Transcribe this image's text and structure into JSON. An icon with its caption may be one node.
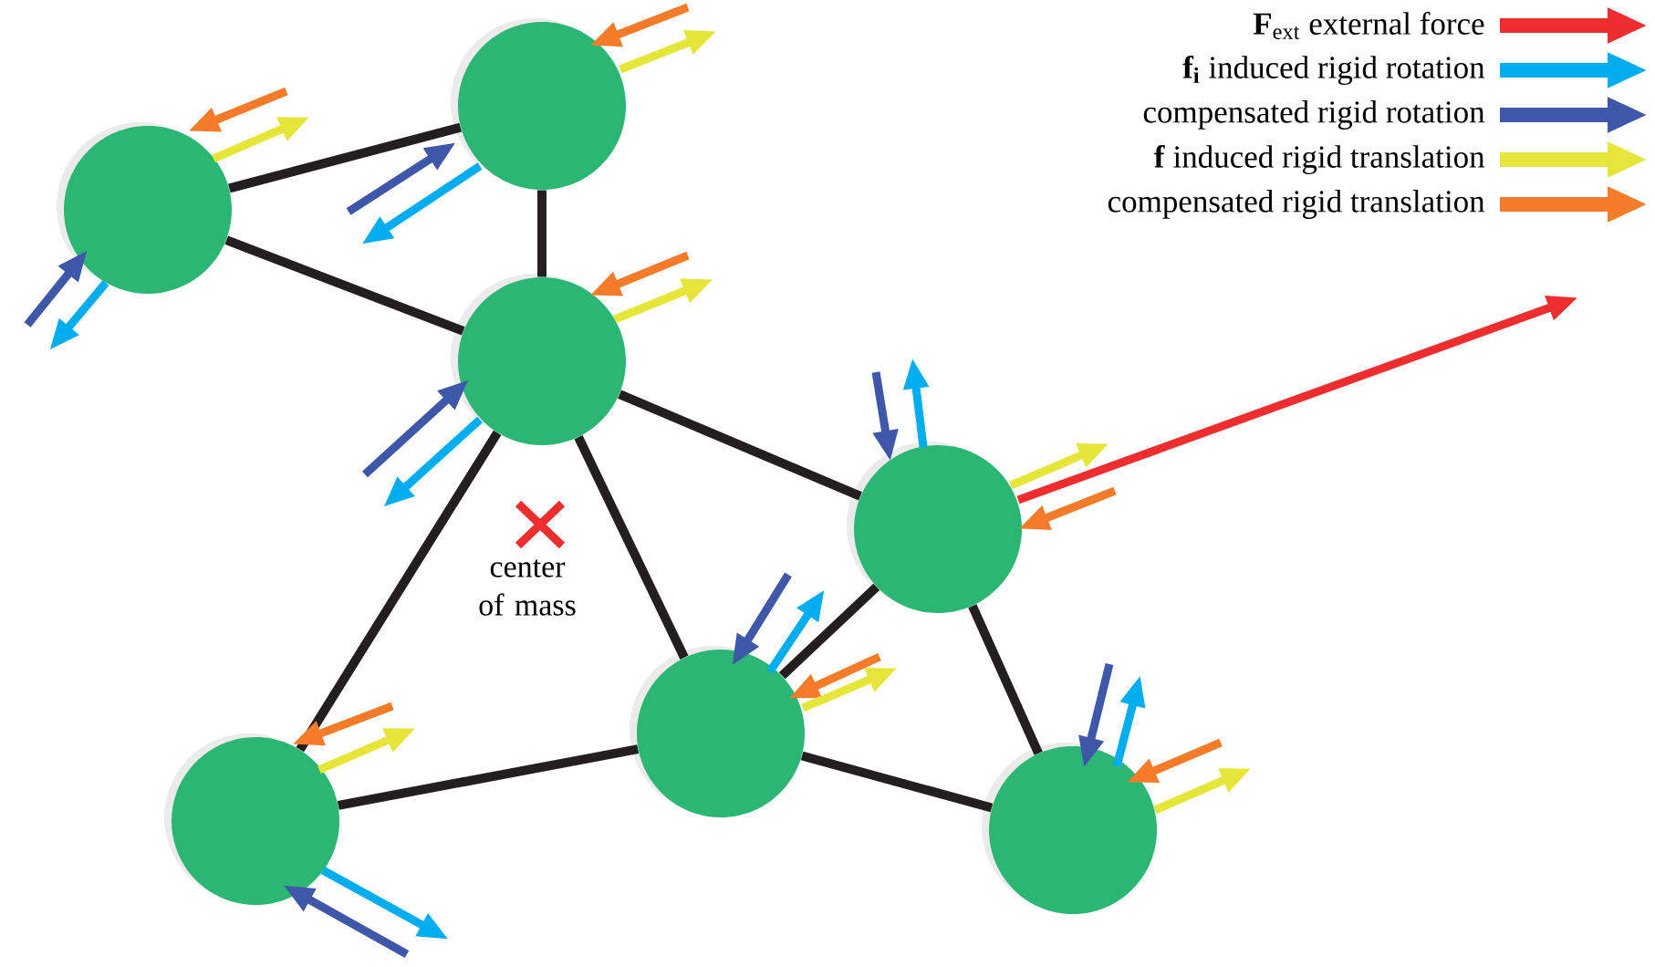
{
  "diagram": {
    "nodes": [
      {
        "text": [],
        "shape": "circle"
      },
      {
        "text": [],
        "shape": "circle"
      },
      {
        "text": [],
        "shape": "circle"
      },
      {
        "text": [],
        "shape": "circle"
      },
      {
        "text": [],
        "shape": "circle"
      },
      {
        "text": [],
        "shape": "circle"
      },
      {
        "text": [],
        "shape": "circle"
      }
    ],
    "edges": [
      {
        "from": 0,
        "to": 1,
        "arrow": "none"
      },
      {
        "from": 0,
        "to": 2,
        "arrow": "none"
      },
      {
        "from": 1,
        "to": 2,
        "arrow": "none"
      },
      {
        "from": 2,
        "to": 3,
        "arrow": "none"
      },
      {
        "from": 2,
        "to": 4,
        "arrow": "none"
      },
      {
        "from": 2,
        "to": 5,
        "arrow": "none"
      },
      {
        "from": 5,
        "to": 4,
        "arrow": "none"
      },
      {
        "from": 4,
        "to": 3,
        "arrow": "none"
      },
      {
        "from": 3,
        "to": 6,
        "arrow": "none"
      },
      {
        "from": 4,
        "to": 6,
        "arrow": "none"
      }
    ],
    "labels": [
      "center of mass"
    ],
    "legend": [
      {
        "text": "**F**$_{ext}$ external force",
        "color": "#ee2e2e"
      },
      {
        "text": "**f$_{i}$** induced rigid rotation",
        "color": "#00aeef"
      },
      {
        "text": "compensated rigid rotation",
        "color": "#3f57a8"
      },
      {
        "text": "**f** induced rigid translation",
        "color": "#e6e63a"
      },
      {
        "text": "compensated rigid translation",
        "color": "#f47b2a"
      }
    ]
  }
}
